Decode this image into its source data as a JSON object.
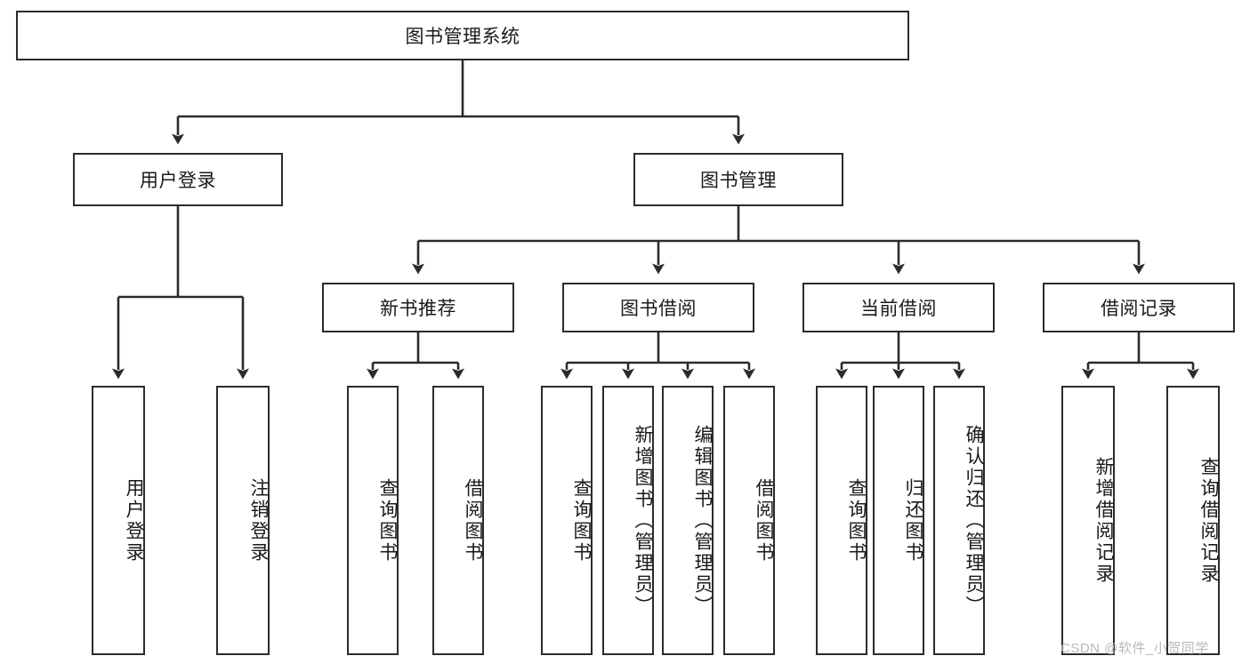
{
  "diagram": {
    "type": "tree-hierarchy",
    "title": "图书管理系统",
    "orientation": "top-down",
    "root": {
      "id": "root",
      "label": "图书管理系统",
      "level": 0
    },
    "level1": [
      {
        "id": "user-login",
        "label": "用户登录"
      },
      {
        "id": "book-manage",
        "label": "图书管理"
      }
    ],
    "level2": [
      {
        "id": "new-book-rec",
        "label": "新书推荐",
        "parent": "book-manage"
      },
      {
        "id": "book-borrow",
        "label": "图书借阅",
        "parent": "book-manage"
      },
      {
        "id": "current-borrow",
        "label": "当前借阅",
        "parent": "book-manage"
      },
      {
        "id": "borrow-record",
        "label": "借阅记录",
        "parent": "book-manage"
      }
    ],
    "leaves": [
      {
        "id": "leaf-user-login",
        "label": "用户登录",
        "parent": "user-login"
      },
      {
        "id": "leaf-logout",
        "label": "注销登录",
        "parent": "user-login"
      },
      {
        "id": "leaf-query-book-1",
        "label": "查询图书",
        "parent": "new-book-rec"
      },
      {
        "id": "leaf-borrow-book-1",
        "label": "借阅图书",
        "parent": "new-book-rec"
      },
      {
        "id": "leaf-query-book-2",
        "label": "查询图书",
        "parent": "book-borrow"
      },
      {
        "id": "leaf-add-book",
        "label": "新增图书（管理员）",
        "parent": "book-borrow"
      },
      {
        "id": "leaf-edit-book",
        "label": "编辑图书（管理员）",
        "parent": "book-borrow"
      },
      {
        "id": "leaf-borrow-book-2",
        "label": "借阅图书",
        "parent": "book-borrow"
      },
      {
        "id": "leaf-query-book-3",
        "label": "查询图书",
        "parent": "current-borrow"
      },
      {
        "id": "leaf-return-book",
        "label": "归还图书",
        "parent": "current-borrow"
      },
      {
        "id": "leaf-confirm-return",
        "label": "确认归还（管理员）",
        "parent": "current-borrow"
      },
      {
        "id": "leaf-add-record",
        "label": "新增借阅记录",
        "parent": "borrow-record"
      },
      {
        "id": "leaf-query-record",
        "label": "查询借阅记录",
        "parent": "borrow-record"
      }
    ]
  },
  "watermark": {
    "text": "CSDN @软件_小贺同学"
  },
  "colors": {
    "stroke": "#2b2b2b",
    "fill": "#ffffff",
    "text": "#1a1a1a",
    "watermark": "#b9b9b9"
  }
}
